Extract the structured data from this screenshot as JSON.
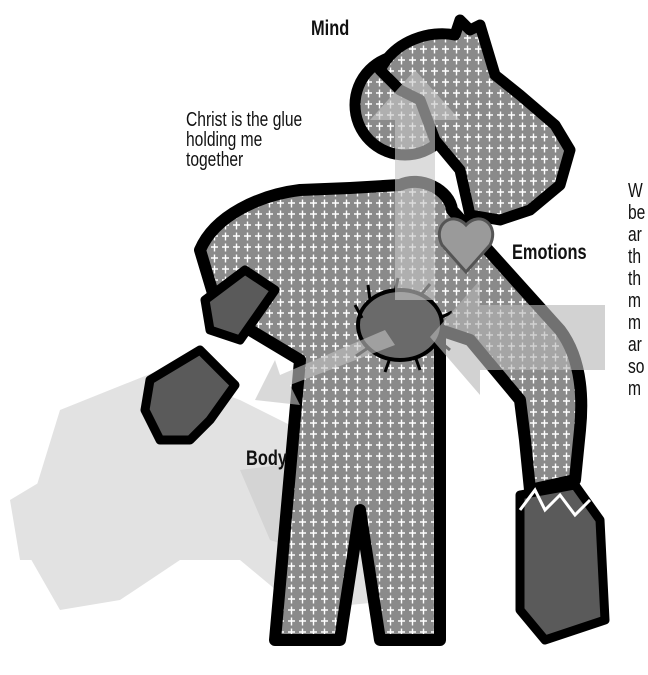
{
  "diagram": {
    "labels": {
      "mind": "Mind",
      "emotions": "Emotions",
      "body": "Body",
      "glue": "Christ is the glue\nholding me\ntogether"
    },
    "side_text_fragments": [
      "W",
      "be",
      "ar",
      "th",
      "th",
      "m",
      "",
      "m",
      "ar",
      "so",
      "m"
    ]
  },
  "colors": {
    "outline": "#000000",
    "figure_fill": "#8a8a8a",
    "figure_pattern": "#ffffff",
    "shadow": "#e2e2e2",
    "arrow": "#b7b7b7",
    "heart": "#9a9a9a",
    "limb_pieces": "#5a5a5a"
  }
}
